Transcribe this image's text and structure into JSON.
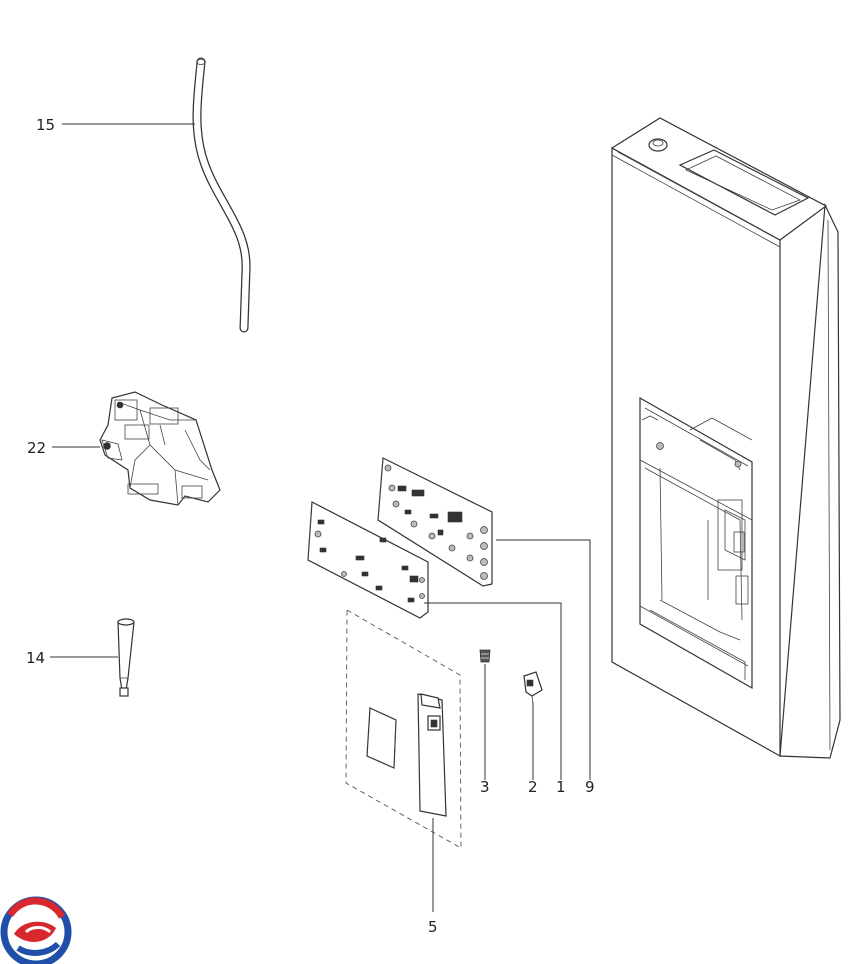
{
  "labels": {
    "l15": "15",
    "l22": "22",
    "l14": "14",
    "l9": "9",
    "l1": "1",
    "l2": "2",
    "l3": "3",
    "l5": "5"
  },
  "logo": {
    "colors": {
      "blue": "#1f4fa8",
      "red": "#d8282d"
    }
  }
}
